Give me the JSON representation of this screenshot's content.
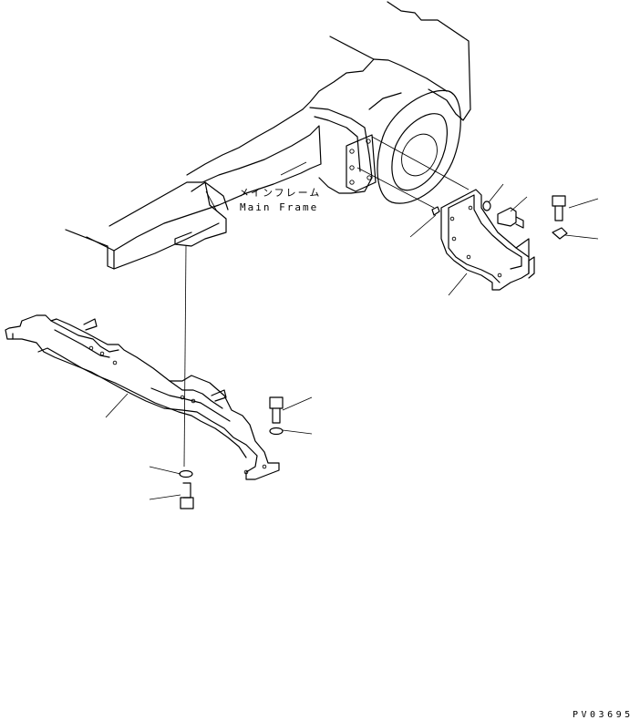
{
  "labels": {
    "main_frame_jp": "メインフレーム",
    "main_frame_en": "Main Frame"
  },
  "drawing_number": "PV03695",
  "colors": {
    "line": "#000000",
    "background": "#ffffff"
  }
}
